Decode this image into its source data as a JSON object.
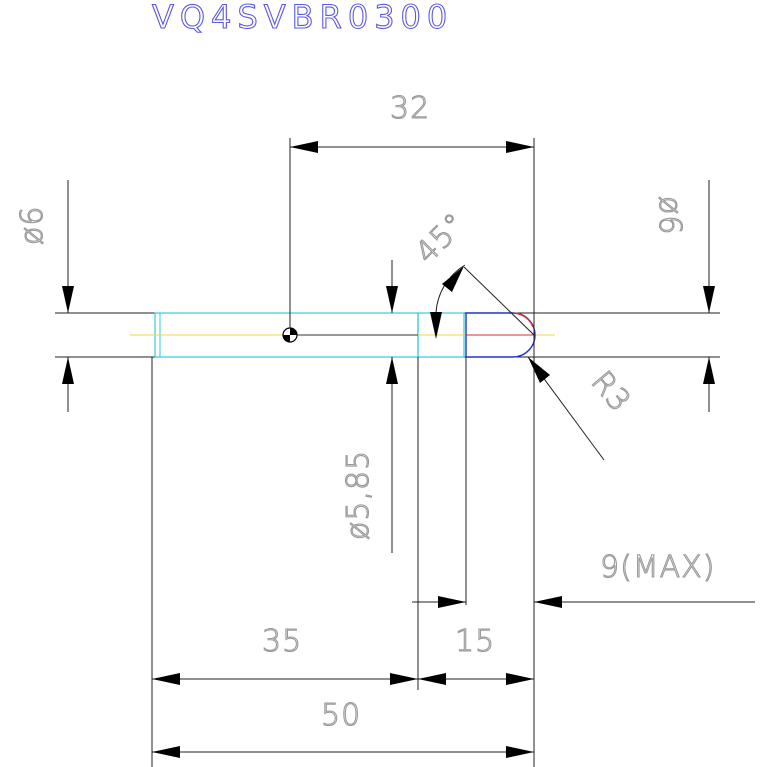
{
  "title": "VQ4SVBR0300",
  "dimensions": {
    "d32": "32",
    "d35": "35",
    "d15": "15",
    "d50": "50",
    "d9max": "9(MAX)",
    "dia6_left": "ø6",
    "dia6_right": "ø6",
    "dia585": "ø5,85",
    "angle45": "45°",
    "r3": "R3"
  },
  "colors": {
    "title": "#5a5ae0",
    "dimension_text": "#9a9a9a",
    "outline_cyan": "#33ccdd",
    "centerline_yellow": "#e8d84a",
    "tip_blue": "#2233cc",
    "tip_red": "#d03030",
    "dimension_line": "#222222"
  }
}
